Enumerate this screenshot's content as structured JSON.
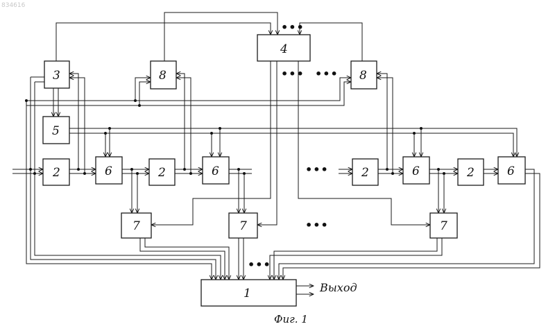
{
  "patent_number": "834616",
  "caption": "Фиг. 1",
  "output_label": "Выход",
  "ellipsis": "•••",
  "blocks": {
    "b1": "1",
    "b2a": "2",
    "b2b": "2",
    "b2c": "2",
    "b2d": "2",
    "b3": "3",
    "b4": "4",
    "b5": "5",
    "b6a": "6",
    "b6b": "6",
    "b6c": "6",
    "b6d": "6",
    "b7a": "7",
    "b7b": "7",
    "b7c": "7",
    "b8a": "8",
    "b8b": "8"
  }
}
